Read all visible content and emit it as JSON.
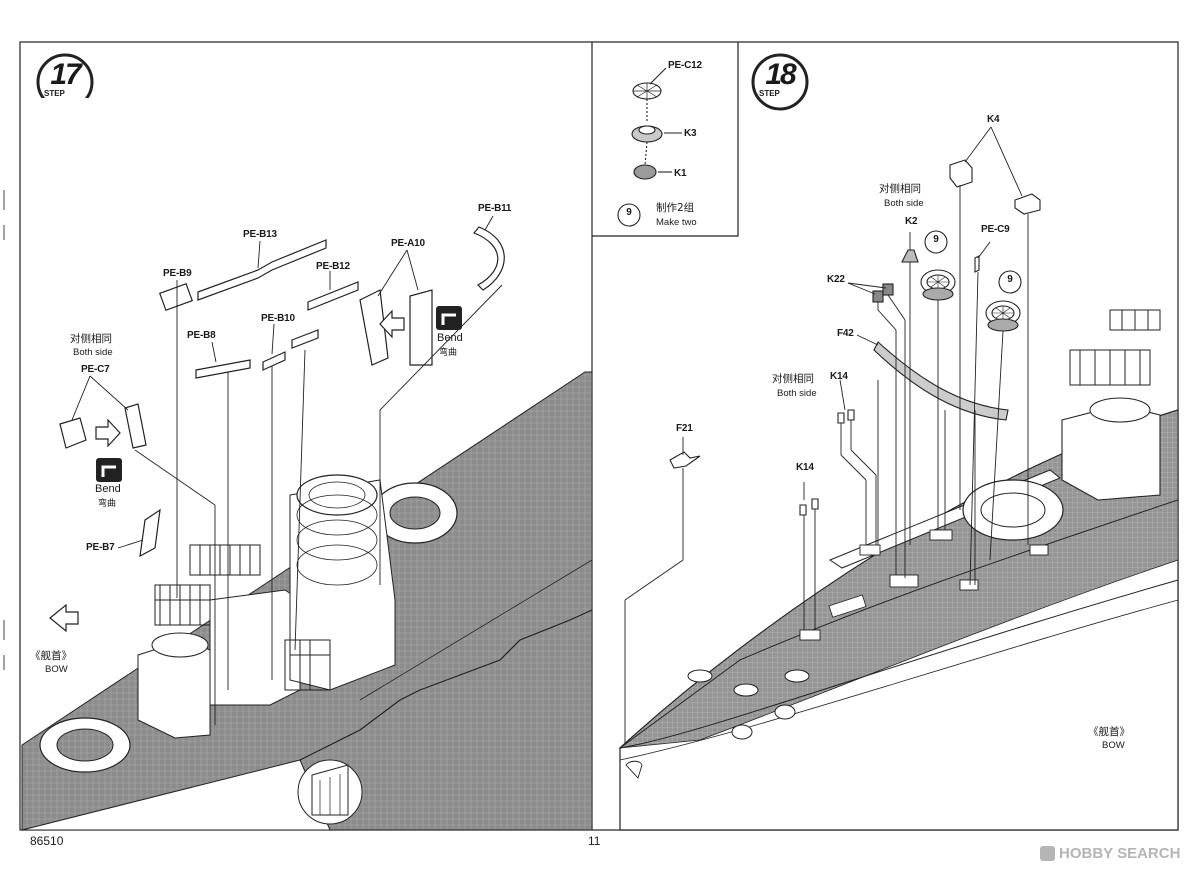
{
  "step17": {
    "number": "17",
    "step_word": "STEP",
    "parts": {
      "pe_b11": "PE-B11",
      "pe_b13": "PE-B13",
      "pe_a10": "PE-A10",
      "pe_b12": "PE-B12",
      "pe_b9": "PE-B9",
      "pe_b10": "PE-B10",
      "pe_b8": "PE-B8",
      "pe_c7": "PE-C7",
      "pe_b7": "PE-B7"
    },
    "both_side_cn": "对侧相同",
    "both_side_en": "Both side",
    "bend_en_1": "Bend",
    "bend_cn_1": "弯曲",
    "bend_en_2": "Bend",
    "bend_cn_2": "弯曲",
    "bow_cn": "《舰首》",
    "bow_en": "BOW"
  },
  "subassembly": {
    "parts": {
      "pe_c12": "PE-C12",
      "k3": "K3",
      "k1": "K1"
    },
    "badge": "9",
    "make_two_cn": "制作2组",
    "make_two_en": "Make two"
  },
  "step18": {
    "number": "18",
    "step_word": "STEP",
    "parts": {
      "k4": "K4",
      "k2": "K2",
      "pe_c9": "PE-C9",
      "k22": "K22",
      "f42": "F42",
      "k14a": "K14",
      "k14b": "K14",
      "f21": "F21"
    },
    "badge_a": "9",
    "badge_b": "9",
    "both_side_cn_a": "对侧相同",
    "both_side_en_a": "Both side",
    "both_side_cn_b": "对侧相同",
    "both_side_en_b": "Both side",
    "bow_cn": "《舰首》",
    "bow_en": "BOW"
  },
  "footer": {
    "product_code": "86510",
    "page_number": "11",
    "watermark": "HOBBY SEARCH"
  }
}
